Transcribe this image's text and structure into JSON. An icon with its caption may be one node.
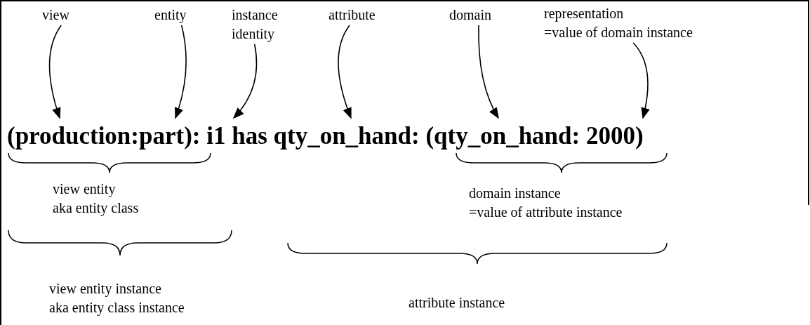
{
  "diagram": {
    "nodes": [
      {
        "text": [
          "view"
        ]
      },
      {
        "text": [
          "entity"
        ]
      },
      {
        "text": [
          "instance identity"
        ]
      },
      {
        "text": [
          "attribute"
        ]
      },
      {
        "text": [
          "domain"
        ]
      },
      {
        "text": [
          "representation =value of domain instance"
        ]
      },
      {
        "text": [
          "(production:part): i1 has qty_on_hand: (qty_on_hand: 2000)"
        ]
      }
    ],
    "edges": [
      {
        "from": 0,
        "to": 6,
        "arrow": "to"
      },
      {
        "from": 1,
        "to": 6,
        "arrow": "to"
      },
      {
        "from": 2,
        "to": 6,
        "arrow": "to"
      },
      {
        "from": 3,
        "to": 6,
        "arrow": "to"
      },
      {
        "from": 4,
        "to": 6,
        "arrow": "to"
      },
      {
        "from": 5,
        "to": 6,
        "arrow": "to"
      }
    ],
    "labels": [
      "view entity aka entity class",
      "domain instance =value of attribute instance",
      "view entity instance aka entity class instance",
      "attribute instance"
    ]
  }
}
